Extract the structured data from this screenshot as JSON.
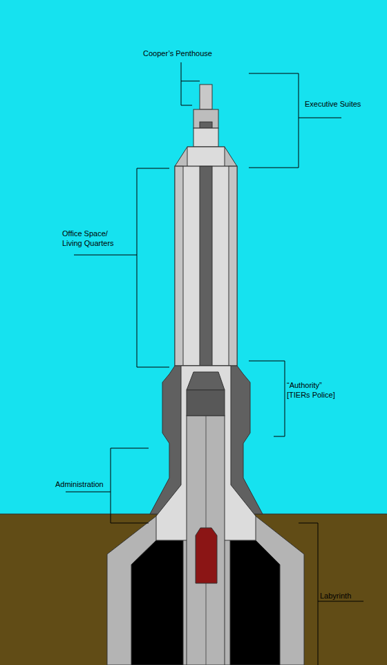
{
  "diagram": {
    "labels": [
      "Cooper’s Penthouse",
      "Executive Suites",
      "Office Space/ Living Quarters",
      "“Authority” [TIERs Police]",
      "Administration",
      "Labyrinth"
    ]
  }
}
